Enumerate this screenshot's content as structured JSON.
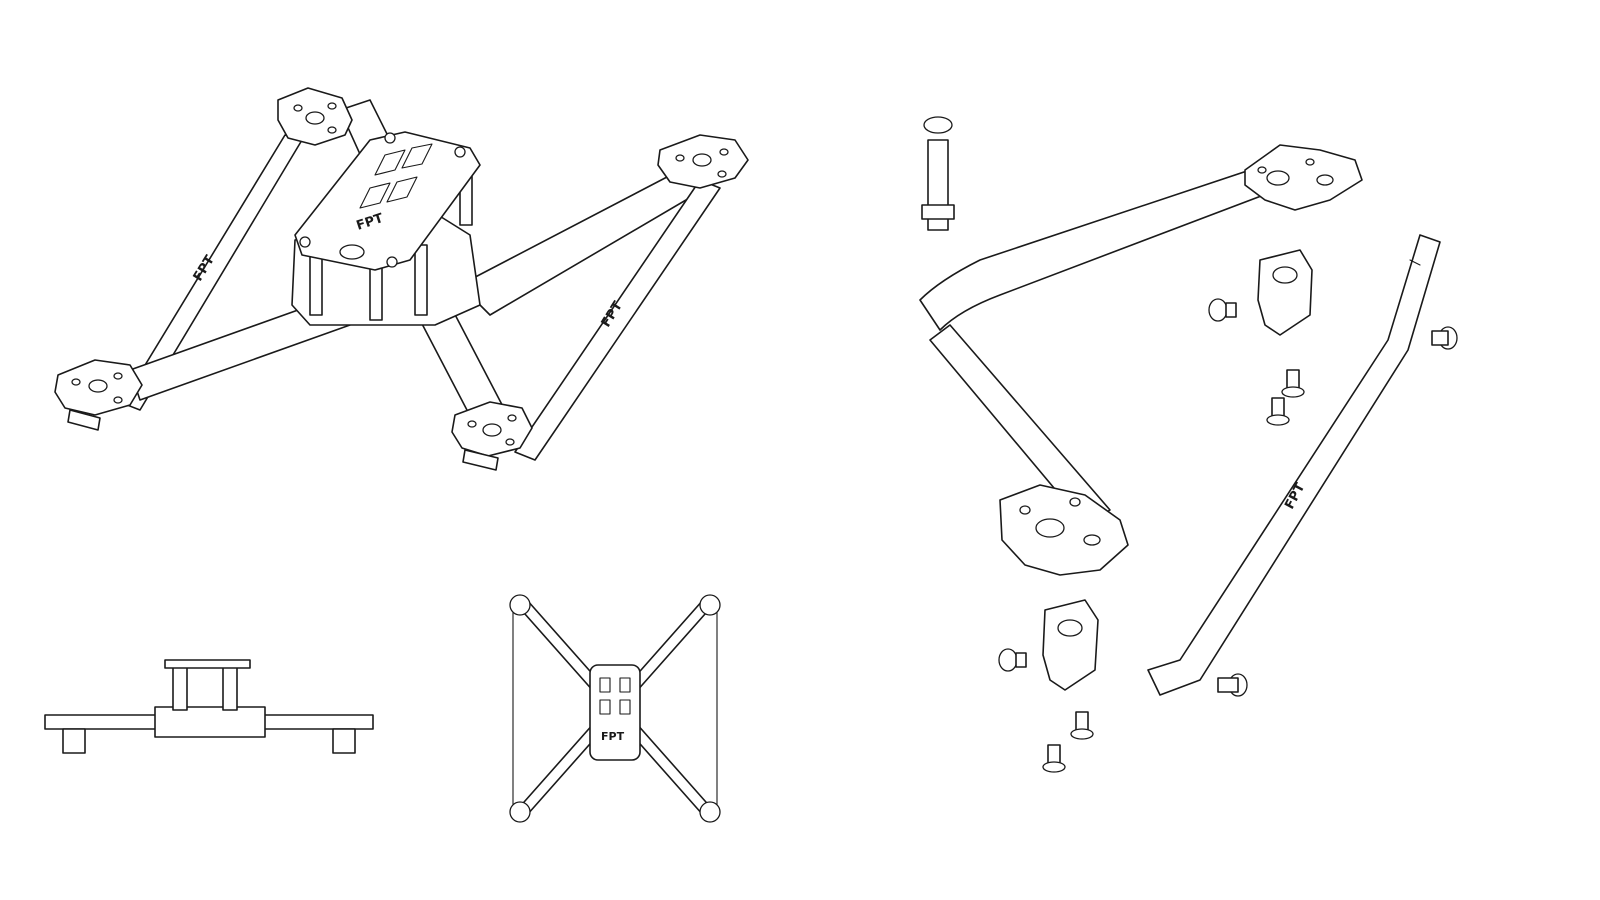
{
  "colors": {
    "line": "#1a1a1a",
    "background": "#ffffff"
  },
  "views": {
    "iso_assembled": {
      "arm_logo": "FPT",
      "top_plate_logo": "FPT"
    },
    "exploded_detail": {
      "bar_logo": "FPT"
    },
    "top_view": {
      "plate_logo": "FPT"
    },
    "side_view": {}
  }
}
